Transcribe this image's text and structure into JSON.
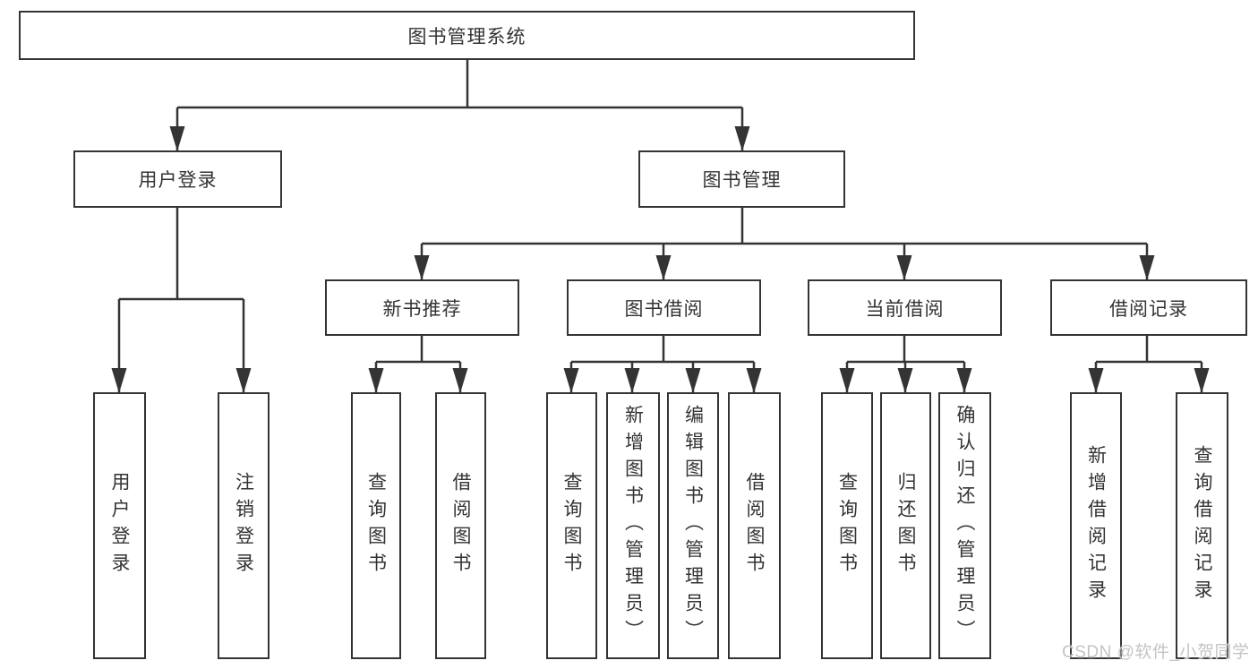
{
  "tree": {
    "label": "图书管理系统",
    "children": [
      {
        "label": "用户登录",
        "children": [
          {
            "label": "用户登录"
          },
          {
            "label": "注销登录"
          }
        ]
      },
      {
        "label": "图书管理",
        "children": [
          {
            "label": "新书推荐",
            "children": [
              {
                "label": "查询图书"
              },
              {
                "label": "借阅图书"
              }
            ]
          },
          {
            "label": "图书借阅",
            "children": [
              {
                "label": "查询图书"
              },
              {
                "label": "新增图书（管理员）"
              },
              {
                "label": "编辑图书（管理员）"
              },
              {
                "label": "借阅图书"
              }
            ]
          },
          {
            "label": "当前借阅",
            "children": [
              {
                "label": "查询图书"
              },
              {
                "label": "归还图书"
              },
              {
                "label": "确认归还（管理员）"
              }
            ]
          },
          {
            "label": "借阅记录",
            "children": [
              {
                "label": "新增借阅记录"
              },
              {
                "label": "查询借阅记录"
              }
            ]
          }
        ]
      }
    ]
  },
  "watermark": {
    "text": "CSDN @软件_小贺同学"
  },
  "colors": {
    "line": "#343434",
    "box_border": "#343434",
    "text": "#333333",
    "background": "#ffffff",
    "watermark": "#c4c4c4"
  }
}
